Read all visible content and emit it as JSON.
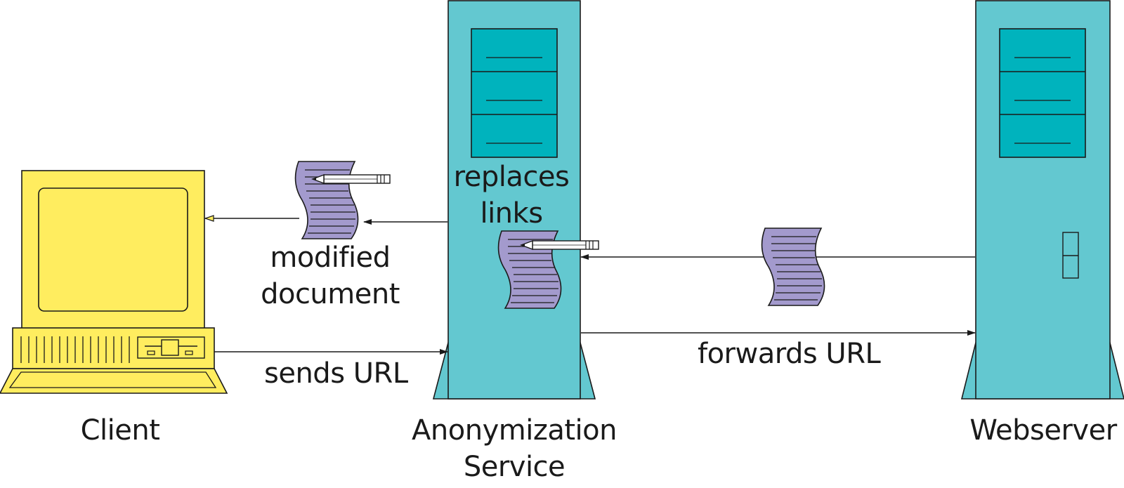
{
  "colors": {
    "computer": "#FFED5F",
    "server": "#63C8D0",
    "server_drive": "#00B3BD",
    "document": "#A39ACD",
    "outline": "#1a1a1a"
  },
  "nodes": {
    "client": {
      "label": "Client",
      "icon": "desktop-computer-icon"
    },
    "anonymizer": {
      "label_line1": "Anonymization",
      "label_line2": "Service",
      "icon": "server-tower-icon"
    },
    "webserver": {
      "label": "Webserver",
      "icon": "server-tower-icon"
    }
  },
  "edges": {
    "sends_url": "sends URL",
    "forwards_url": "forwards URL",
    "modified_document_line1": "modified",
    "modified_document_line2": "document",
    "replaces_links_line1": "replaces",
    "replaces_links_line2": "links"
  }
}
